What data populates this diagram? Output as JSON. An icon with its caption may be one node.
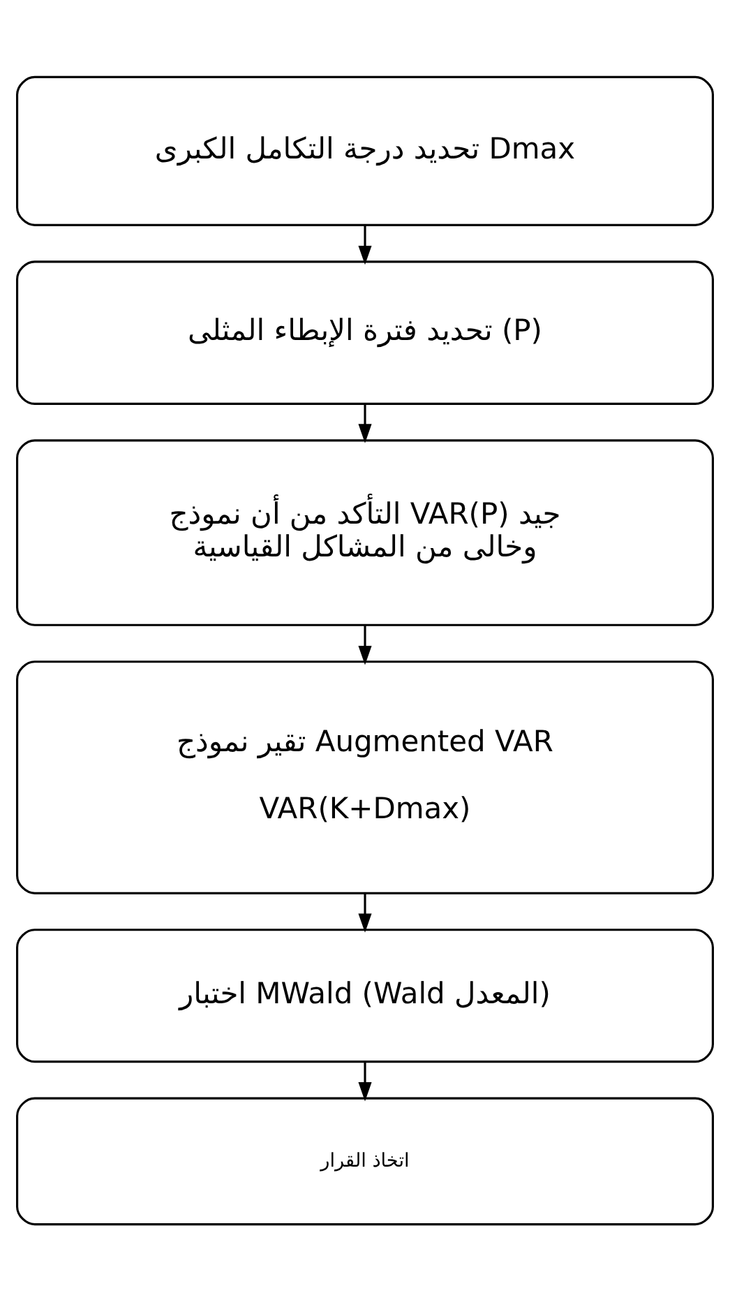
{
  "diagram": {
    "nodes": [
      {
        "text": [
          "تحديد درجة التكامل الكبرى Dmax"
        ]
      },
      {
        "text": [
          "تحديد فترة الإبطاء المثلى (P)"
        ]
      },
      {
        "text": [
          "التأكد من أن نموذج VAR(P) جيد وخالى من المشاكل القياسية"
        ]
      },
      {
        "text": [
          "تقير نموذج Augmented VAR",
          "VAR(K+Dmax)"
        ]
      },
      {
        "text": [
          "اختبار MWald (Wald المعدل)"
        ]
      },
      {
        "text": [
          "اتخاذ القرار"
        ]
      }
    ],
    "edges": [
      {
        "from": 0,
        "to": 1,
        "arrow": "to"
      },
      {
        "from": 1,
        "to": 2,
        "arrow": "to"
      },
      {
        "from": 2,
        "to": 3,
        "arrow": "to"
      },
      {
        "from": 3,
        "to": 4,
        "arrow": "to"
      },
      {
        "from": 4,
        "to": 5,
        "arrow": "to"
      }
    ]
  }
}
